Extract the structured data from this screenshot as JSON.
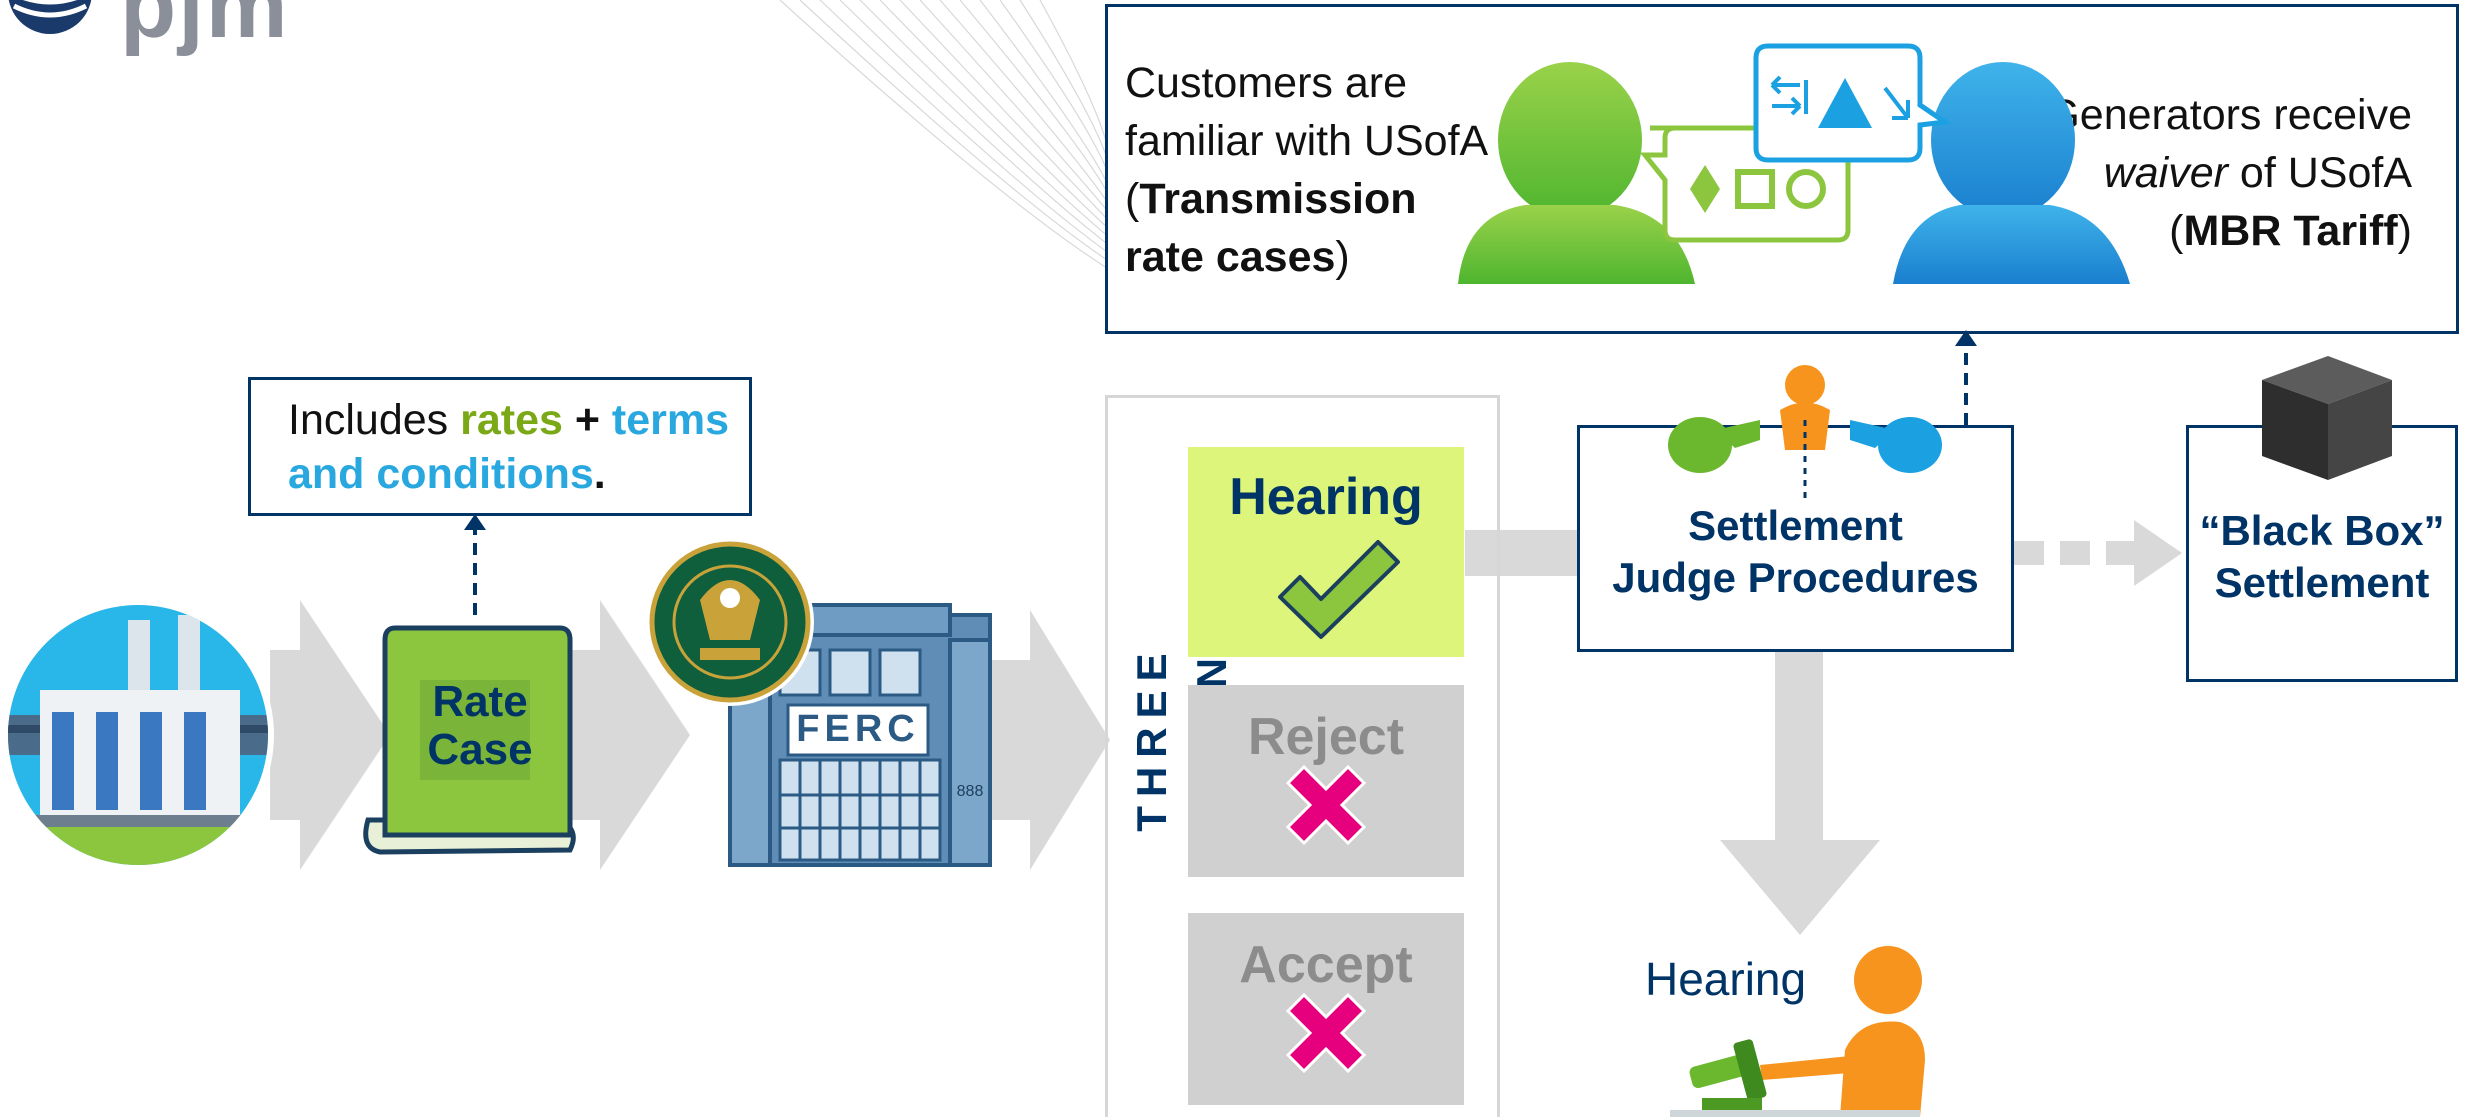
{
  "logo": {
    "text": "pjm"
  },
  "customers_text": {
    "line1": "Customers are",
    "line2": "familiar with USofA",
    "line3_open": "(",
    "line3_bold": "Transmission",
    "line4_bold": "rate cases",
    "line4_close": ")"
  },
  "generators_text": {
    "line1": "Generators receive",
    "line2_italic": "waiver",
    "line2_rest": " of USofA",
    "line3_open": "(",
    "line3_bold": "MBR Tariff",
    "line3_close": ")"
  },
  "includes_box": {
    "prefix": "Includes ",
    "rates": "rates",
    "plus": " + ",
    "terms": "terms",
    "conditions": "and conditions",
    "period": "."
  },
  "rate_case": {
    "line1": "Rate",
    "line2": "Case"
  },
  "ferc": {
    "sign": "FERC",
    "number": "888"
  },
  "three_options": "THREE OPTIONS",
  "options": [
    {
      "label": "Hearing"
    },
    {
      "label": "Reject"
    },
    {
      "label": "Accept"
    }
  ],
  "settlement": {
    "line1": "Settlement",
    "line2": "Judge Procedures"
  },
  "black_box": {
    "line1": "“Black Box”",
    "line2": "Settlement"
  },
  "hearing_person": {
    "label": "Hearing"
  },
  "colors": {
    "navy": "#003366",
    "green": "#8CC63F",
    "green_text": "#7AA817",
    "blue": "#1BA1E2",
    "blue_text": "#29A8E0",
    "orange": "#F7941D",
    "magenta": "#E6007E",
    "lime_bg": "#DDF57A",
    "gray_box": "#D0D0D0",
    "arrow_gray": "#D9D9D9"
  }
}
